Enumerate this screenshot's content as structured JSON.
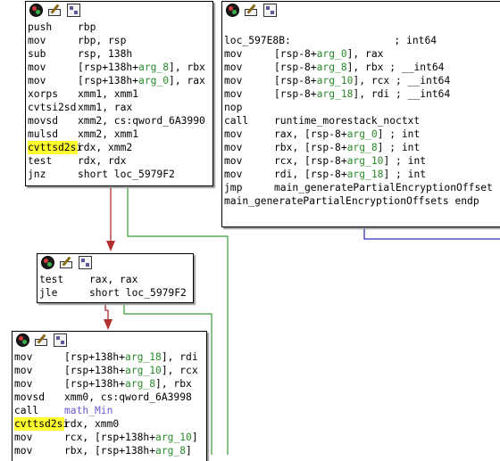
{
  "blocks": {
    "b1": {
      "rows": [
        [
          {
            "t": "push",
            "cls": "mn"
          },
          {
            "t": "rbp"
          }
        ],
        [
          {
            "t": "mov",
            "cls": "mn"
          },
          {
            "t": "rbp, rsp"
          }
        ],
        [
          {
            "t": "sub",
            "cls": "mn"
          },
          {
            "t": "rsp, 138h"
          }
        ],
        [
          {
            "t": "mov",
            "cls": "mn"
          },
          {
            "t": "[rsp+138h+"
          },
          {
            "t": "arg_8",
            "cls": "arg"
          },
          {
            "t": "], rbx"
          }
        ],
        [
          {
            "t": "mov",
            "cls": "mn"
          },
          {
            "t": "[rsp+138h+"
          },
          {
            "t": "arg_0",
            "cls": "arg"
          },
          {
            "t": "], rax"
          }
        ],
        [
          {
            "t": "xorps",
            "cls": "mn"
          },
          {
            "t": "xmm1, xmm1"
          }
        ],
        [
          {
            "t": "cvtsi2sd",
            "cls": "mn"
          },
          {
            "t": "xmm1, rax"
          }
        ],
        [
          {
            "t": "movsd",
            "cls": "mn"
          },
          {
            "t": "xmm2, cs:qword_6A3990"
          }
        ],
        [
          {
            "t": "mulsd",
            "cls": "mn"
          },
          {
            "t": "xmm2, xmm1"
          }
        ],
        [
          {
            "t": "cvttsd2si",
            "cls": "mn hl"
          },
          {
            "t": "rdx, xmm2"
          }
        ],
        [
          {
            "t": "test",
            "cls": "mn"
          },
          {
            "t": "rdx, rdx"
          }
        ],
        [
          {
            "t": "jnz",
            "cls": "mn"
          },
          {
            "t": "short loc_5979F2"
          }
        ]
      ]
    },
    "b2": {
      "rows": [
        [
          {
            "t": ""
          }
        ],
        [
          {
            "t": "loc_597E8B:                 ; int64"
          }
        ],
        [
          {
            "t": "mov",
            "cls": "mn"
          },
          {
            "t": "[rsp-8+"
          },
          {
            "t": "arg_0",
            "cls": "arg"
          },
          {
            "t": "], rax"
          }
        ],
        [
          {
            "t": "mov",
            "cls": "mn"
          },
          {
            "t": "[rsp-8+"
          },
          {
            "t": "arg_8",
            "cls": "arg"
          },
          {
            "t": "], rbx ; __int64"
          }
        ],
        [
          {
            "t": "mov",
            "cls": "mn"
          },
          {
            "t": "[rsp-8+"
          },
          {
            "t": "arg_10",
            "cls": "arg"
          },
          {
            "t": "], rcx ; __int64"
          }
        ],
        [
          {
            "t": "mov",
            "cls": "mn"
          },
          {
            "t": "[rsp-8+"
          },
          {
            "t": "arg_18",
            "cls": "arg"
          },
          {
            "t": "], rdi ; __int64"
          }
        ],
        [
          {
            "t": "nop"
          }
        ],
        [
          {
            "t": "call",
            "cls": "mn"
          },
          {
            "t": "runtime_morestack_noctxt"
          }
        ],
        [
          {
            "t": "mov",
            "cls": "mn"
          },
          {
            "t": "rax, [rsp-8+"
          },
          {
            "t": "arg_0",
            "cls": "arg"
          },
          {
            "t": "] ; int"
          }
        ],
        [
          {
            "t": "mov",
            "cls": "mn"
          },
          {
            "t": "rbx, [rsp-8+"
          },
          {
            "t": "arg_8",
            "cls": "arg"
          },
          {
            "t": "] ; int"
          }
        ],
        [
          {
            "t": "mov",
            "cls": "mn"
          },
          {
            "t": "rcx, [rsp-8+"
          },
          {
            "t": "arg_10",
            "cls": "arg"
          },
          {
            "t": "] ; int"
          }
        ],
        [
          {
            "t": "mov",
            "cls": "mn"
          },
          {
            "t": "rdi, [rsp-8+"
          },
          {
            "t": "arg_18",
            "cls": "arg"
          },
          {
            "t": "] ; int"
          }
        ],
        [
          {
            "t": "jmp",
            "cls": "mn"
          },
          {
            "t": "main_generatePartialEncryptionOffset"
          }
        ],
        [
          {
            "t": "main_generatePartialEncryptionOffsets endp"
          }
        ]
      ]
    },
    "b3": {
      "rows": [
        [
          {
            "t": "test",
            "cls": "mn"
          },
          {
            "t": "rax, rax"
          }
        ],
        [
          {
            "t": "jle",
            "cls": "mn"
          },
          {
            "t": "short loc_5979F2"
          }
        ]
      ]
    },
    "b4": {
      "rows": [
        [
          {
            "t": "mov",
            "cls": "mn"
          },
          {
            "t": "[rsp+138h+"
          },
          {
            "t": "arg_18",
            "cls": "arg"
          },
          {
            "t": "], rdi"
          }
        ],
        [
          {
            "t": "mov",
            "cls": "mn"
          },
          {
            "t": "[rsp+138h+"
          },
          {
            "t": "arg_10",
            "cls": "arg"
          },
          {
            "t": "], rcx"
          }
        ],
        [
          {
            "t": "mov",
            "cls": "mn"
          },
          {
            "t": "[rsp+138h+"
          },
          {
            "t": "arg_8",
            "cls": "arg"
          },
          {
            "t": "], rbx"
          }
        ],
        [
          {
            "t": "movsd",
            "cls": "mn"
          },
          {
            "t": "xmm0, cs:qword_6A3998"
          }
        ],
        [
          {
            "t": "call",
            "cls": "mn"
          },
          {
            "t": "math_Min",
            "cls": "ext"
          }
        ],
        [
          {
            "t": "cvttsd2si",
            "cls": "mn hl"
          },
          {
            "t": "rdx, xmm0"
          }
        ],
        [
          {
            "t": "mov",
            "cls": "mn"
          },
          {
            "t": "rcx, [rsp+138h+"
          },
          {
            "t": "arg_10",
            "cls": "arg"
          },
          {
            "t": "]"
          }
        ],
        [
          {
            "t": "mov",
            "cls": "mn"
          },
          {
            "t": "rbx, [rsp+138h+"
          },
          {
            "t": "arg_8",
            "cls": "arg"
          },
          {
            "t": "]"
          }
        ]
      ]
    }
  },
  "colors": {
    "edge_true": "#3a9a3a",
    "edge_false": "#b03030",
    "edge_uncond": "#3030c0",
    "highlight": "#ffff30",
    "arg": "#2a8a2a"
  },
  "icons": [
    "color-icon",
    "rename-icon",
    "graph-icon"
  ]
}
